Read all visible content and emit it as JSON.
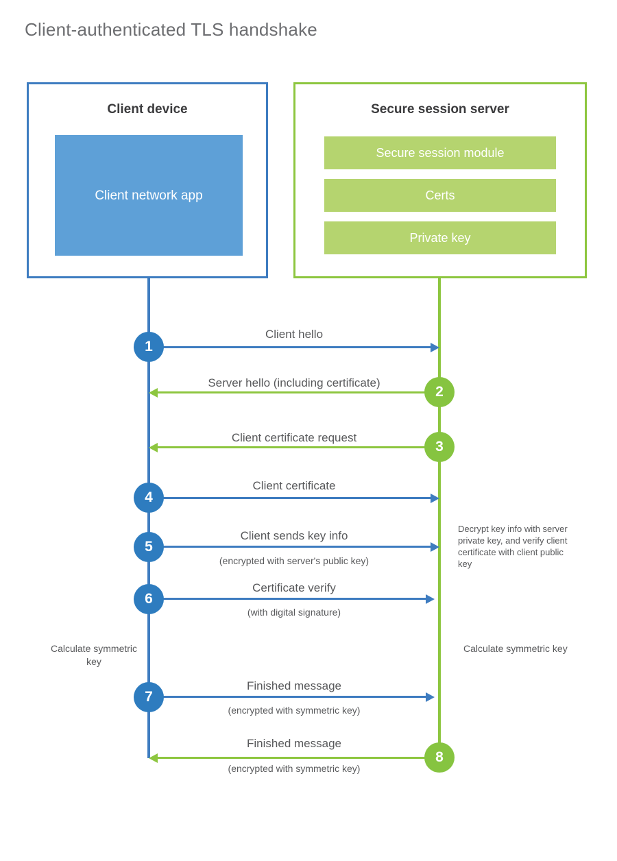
{
  "title": "Client-authenticated TLS handshake",
  "colors": {
    "blue_border": "#3E7CC0",
    "blue_fill": "#5EA0D7",
    "blue_circle": "#2E7CBF",
    "green_border": "#8DC63F",
    "green_fill": "#B5D46F",
    "green_circle": "#86C440",
    "text": "#58595b",
    "title_text": "#6d6e71"
  },
  "client": {
    "title": "Client device",
    "app_label": "Client network app"
  },
  "server": {
    "title": "Secure session server",
    "modules": [
      {
        "label": "Secure session module"
      },
      {
        "label": "Certs"
      },
      {
        "label": "Private key"
      }
    ]
  },
  "steps": [
    {
      "number": "1",
      "label": "Client hello",
      "sublabel": "",
      "direction": "client-to-server",
      "color": "blue"
    },
    {
      "number": "2",
      "label": "Server hello (including certificate)",
      "sublabel": "",
      "direction": "server-to-client",
      "color": "green"
    },
    {
      "number": "3",
      "label": "Client certificate request",
      "sublabel": "",
      "direction": "server-to-client",
      "color": "green"
    },
    {
      "number": "4",
      "label": "Client certificate",
      "sublabel": "",
      "direction": "client-to-server",
      "color": "blue"
    },
    {
      "number": "5",
      "label": "Client sends key info",
      "sublabel": "(encrypted with server's public key)",
      "direction": "client-to-server",
      "color": "blue"
    },
    {
      "number": "6",
      "label": "Certificate verify",
      "sublabel": "(with digital signature)",
      "direction": "client-to-server",
      "color": "blue"
    },
    {
      "number": "7",
      "label": "Finished message",
      "sublabel": "(encrypted with symmetric key)",
      "direction": "client-to-server",
      "color": "blue"
    },
    {
      "number": "8",
      "label": "Finished message",
      "sublabel": "(encrypted with symmetric key)",
      "direction": "server-to-client",
      "color": "green"
    }
  ],
  "notes": {
    "server_decrypt": "Decrypt key info with server private key, and verify client certificate with client public key",
    "client_calculate": "Calculate symmetric key",
    "server_calculate": "Calculate symmetric key"
  }
}
